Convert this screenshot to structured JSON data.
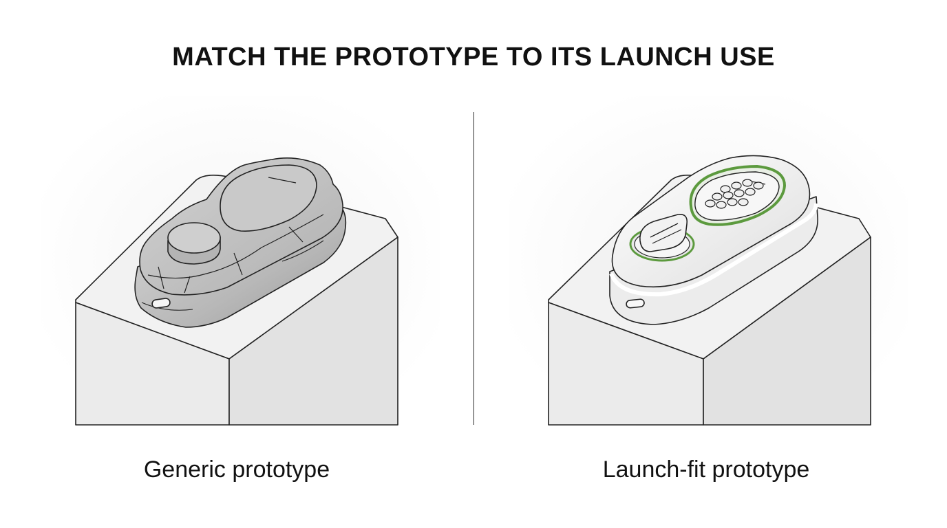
{
  "title": "MATCH THE PROTOTYPE TO ITS LAUNCH USE",
  "panels": [
    {
      "caption": "Generic prototype",
      "device_style": "rough-stone-lock",
      "icons": [
        "pedestal",
        "rough-lock-device",
        "knob",
        "oval-display",
        "usb-c-port"
      ]
    },
    {
      "caption": "Launch-fit prototype",
      "device_style": "polished-keypad-lock",
      "accent_color": "#5c9a3e",
      "icons": [
        "pedestal",
        "smooth-lock-device",
        "thumb-turn",
        "keypad",
        "usb-c-port"
      ]
    }
  ],
  "colors": {
    "line": "#222222",
    "pedestal_fill": "#ececec",
    "pedestal_top": "#f3f3f3",
    "stone_fill": "#bdbdbd",
    "smooth_fill": "#f4f4f4",
    "accent": "#5c9a3e"
  }
}
